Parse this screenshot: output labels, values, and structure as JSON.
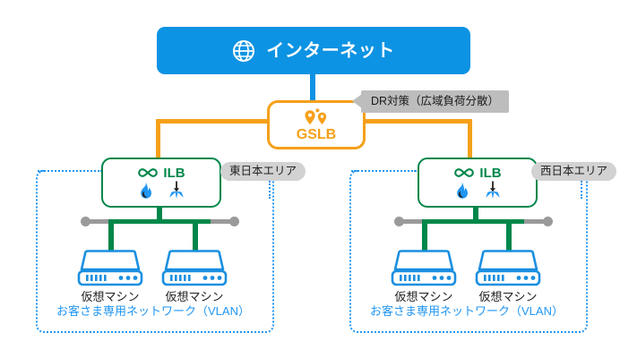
{
  "diagram": {
    "title_node": {
      "label": "インターネット",
      "icon": "globe-icon",
      "color": "#0d93e3"
    },
    "gslb": {
      "label": "GSLB",
      "icon": "map-pin-icon",
      "color": "#f6a01a"
    },
    "callout": {
      "text": "DR対策（広域負荷分散）",
      "color": "#bdbdbd"
    },
    "areas": [
      {
        "id": "east",
        "label": "東日本エリア"
      },
      {
        "id": "west",
        "label": "西日本エリア"
      }
    ],
    "ilb": {
      "label": "ILB",
      "icons": [
        "infinity-icon",
        "flame-icon",
        "load-distribute-icon"
      ],
      "color": "#00874a"
    },
    "vlan": {
      "caption": "お客さま専用ネットワーク（VLAN）",
      "color": "#2196f3"
    },
    "vm": {
      "label": "仮想マシン",
      "icon": "server-icon",
      "color": "#1a8fe0"
    },
    "sites": [
      {
        "area_label": "東日本エリア",
        "ilb_label": "ILB",
        "vlan_caption": "お客さま専用ネットワーク（VLAN）",
        "machines": [
          {
            "label": "仮想マシン"
          },
          {
            "label": "仮想マシン"
          }
        ]
      },
      {
        "area_label": "西日本エリア",
        "ilb_label": "ILB",
        "vlan_caption": "お客さま専用ネットワーク（VLAN）",
        "machines": [
          {
            "label": "仮想マシン"
          },
          {
            "label": "仮想マシン"
          }
        ]
      }
    ],
    "palette": {
      "internet_blue": "#0d93e3",
      "gslb_orange": "#f6a01a",
      "ilb_green": "#00874a",
      "vlan_blue": "#2196f3",
      "bus_gray": "#9a9a9a",
      "callout_gray": "#bdbdbd"
    }
  }
}
